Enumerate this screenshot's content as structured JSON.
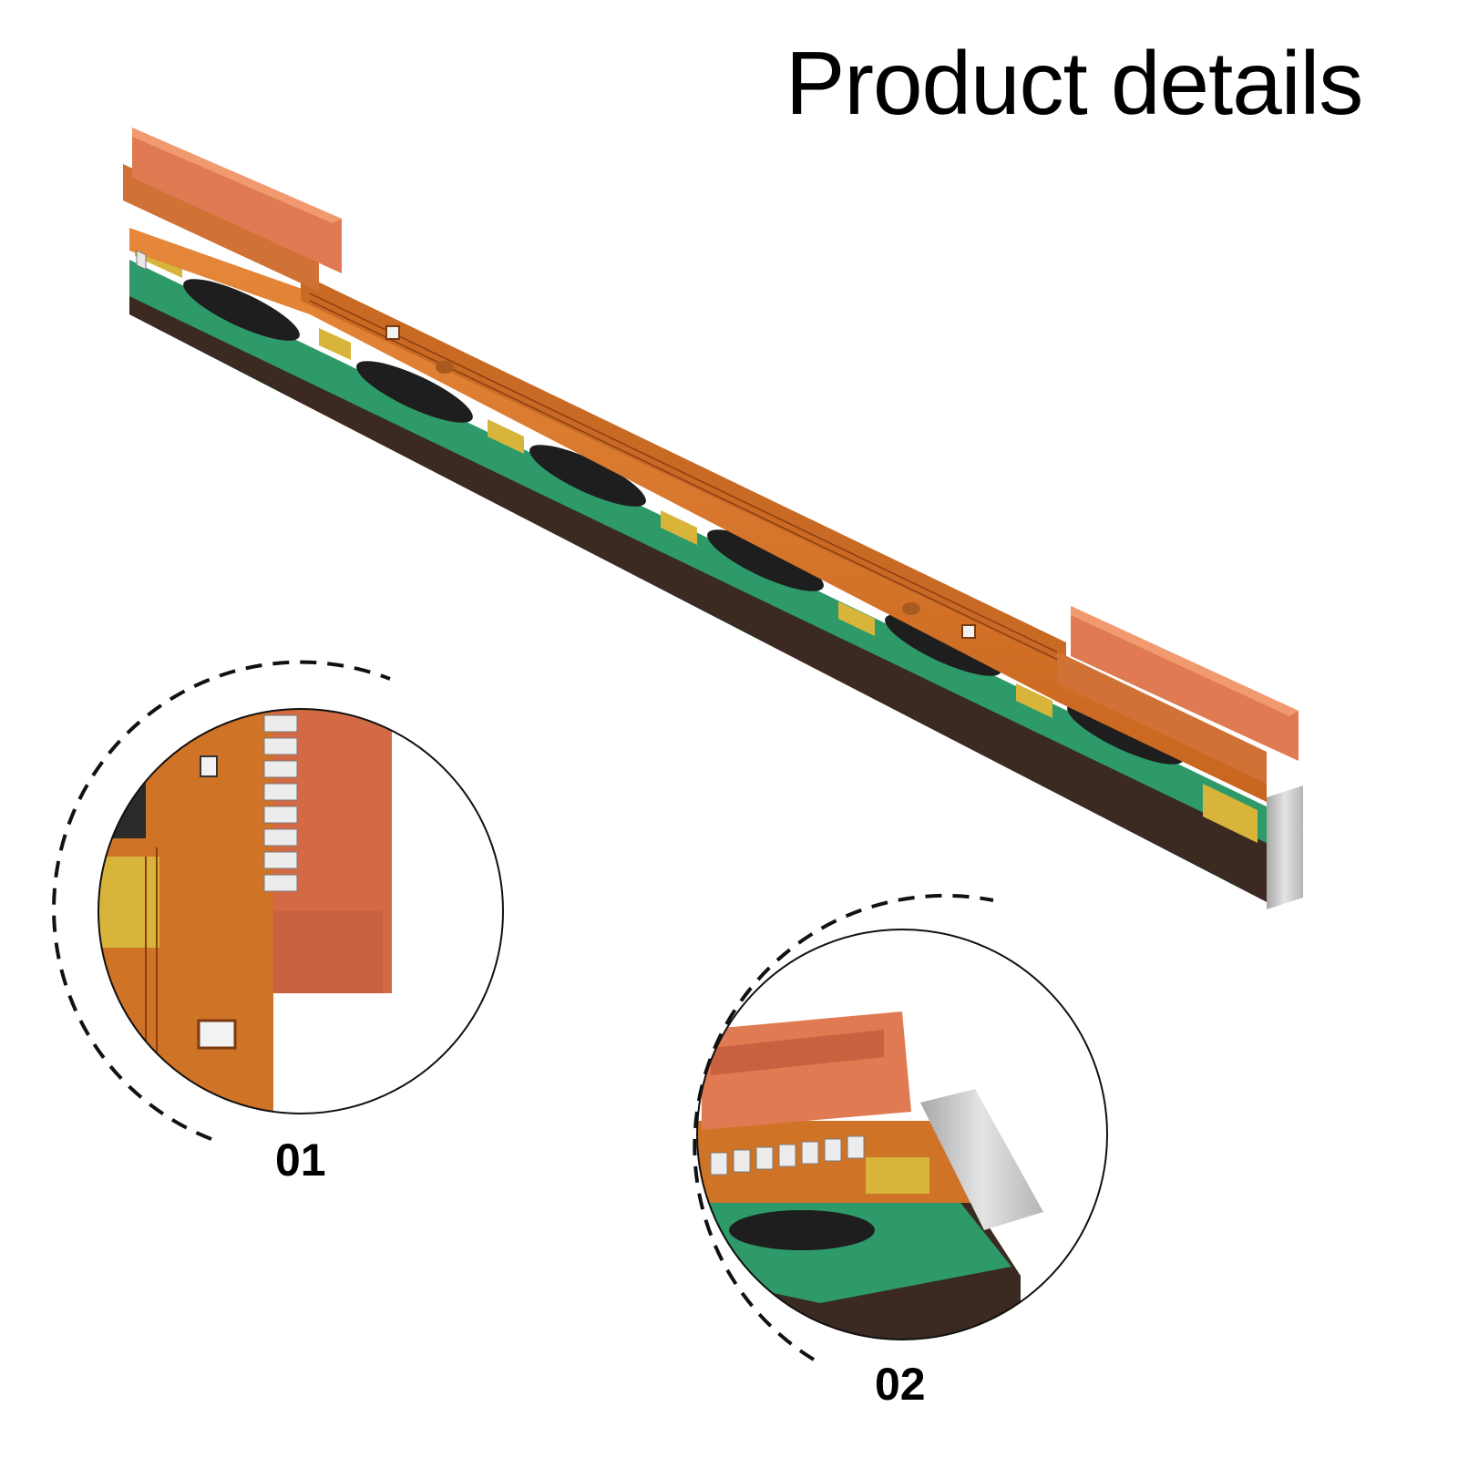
{
  "page": {
    "title": "Product details",
    "detail_labels": [
      "01",
      "02"
    ]
  },
  "product": {
    "icon": "thermal-printhead-icon",
    "colors": {
      "pcb_orange": "#d97a2a",
      "connector": "#e07a52",
      "green_layer": "#2e9a6a",
      "dark_edge": "#3a2a22",
      "heatsink": "#c9c9c9",
      "gold_contacts": "#d8b53a"
    }
  }
}
